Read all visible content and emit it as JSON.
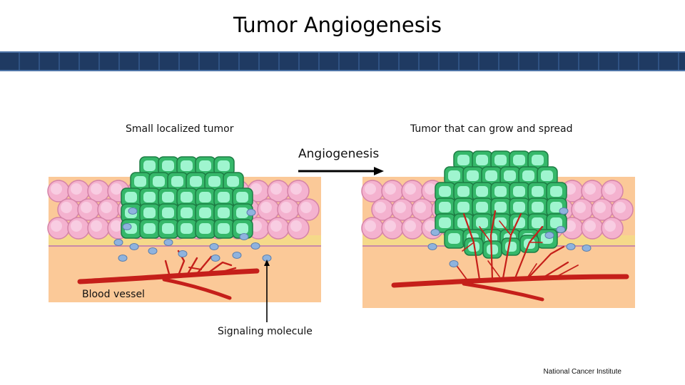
{
  "title": "Tumor Angiogenesis",
  "labels": {
    "left_caption": "Small localized tumor",
    "right_caption": "Tumor that can grow and spread",
    "arrow_label": "Angiogenesis",
    "blood_vessel": "Blood vessel",
    "signaling_molecule": "Signaling molecule"
  },
  "credit": "National Cancer Institute",
  "colors": {
    "header_band": "#1f3a62",
    "tissue": "#fbc998",
    "normal_cell": "#f4b2cf",
    "tumor_cell": "#35b86a",
    "tumor_cell_inner": "#9ff5cf",
    "vessel": "#c51f1a",
    "signal": "#8fb3de"
  }
}
